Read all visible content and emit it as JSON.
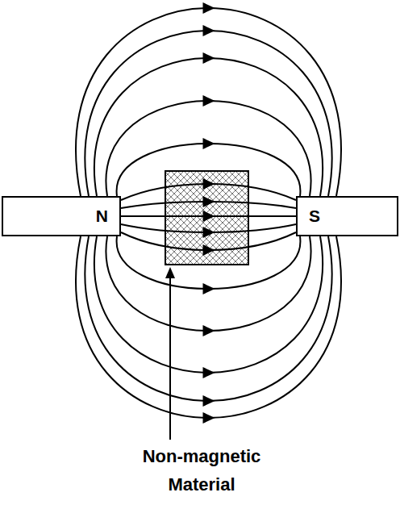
{
  "diagram": {
    "nodes": [
      {
        "text": [
          "N"
        ]
      },
      {
        "text": [
          "S"
        ]
      }
    ],
    "edges": [
      {
        "from": 0,
        "to": 1,
        "arrow": "to"
      },
      {
        "from": 0,
        "to": 1,
        "arrow": "to"
      },
      {
        "from": 0,
        "to": 1,
        "arrow": "to"
      },
      {
        "from": 0,
        "to": 1,
        "arrow": "to"
      },
      {
        "from": 0,
        "to": 1,
        "arrow": "to"
      },
      {
        "from": 0,
        "to": 1,
        "arrow": "to"
      },
      {
        "from": 0,
        "to": 1,
        "arrow": "to"
      },
      {
        "from": 0,
        "to": 1,
        "arrow": "to"
      },
      {
        "from": 0,
        "to": 1,
        "arrow": "to"
      },
      {
        "from": 0,
        "to": 1,
        "arrow": "to"
      },
      {
        "from": 0,
        "to": 1,
        "arrow": "to"
      },
      {
        "from": 0,
        "to": 1,
        "arrow": "to"
      },
      {
        "from": 0,
        "to": 1,
        "arrow": "to"
      },
      {
        "from": 0,
        "to": 1,
        "arrow": "to"
      },
      {
        "from": 0,
        "to": 1,
        "arrow": "to"
      }
    ],
    "labels": [
      "Non-magnetic Material"
    ]
  }
}
